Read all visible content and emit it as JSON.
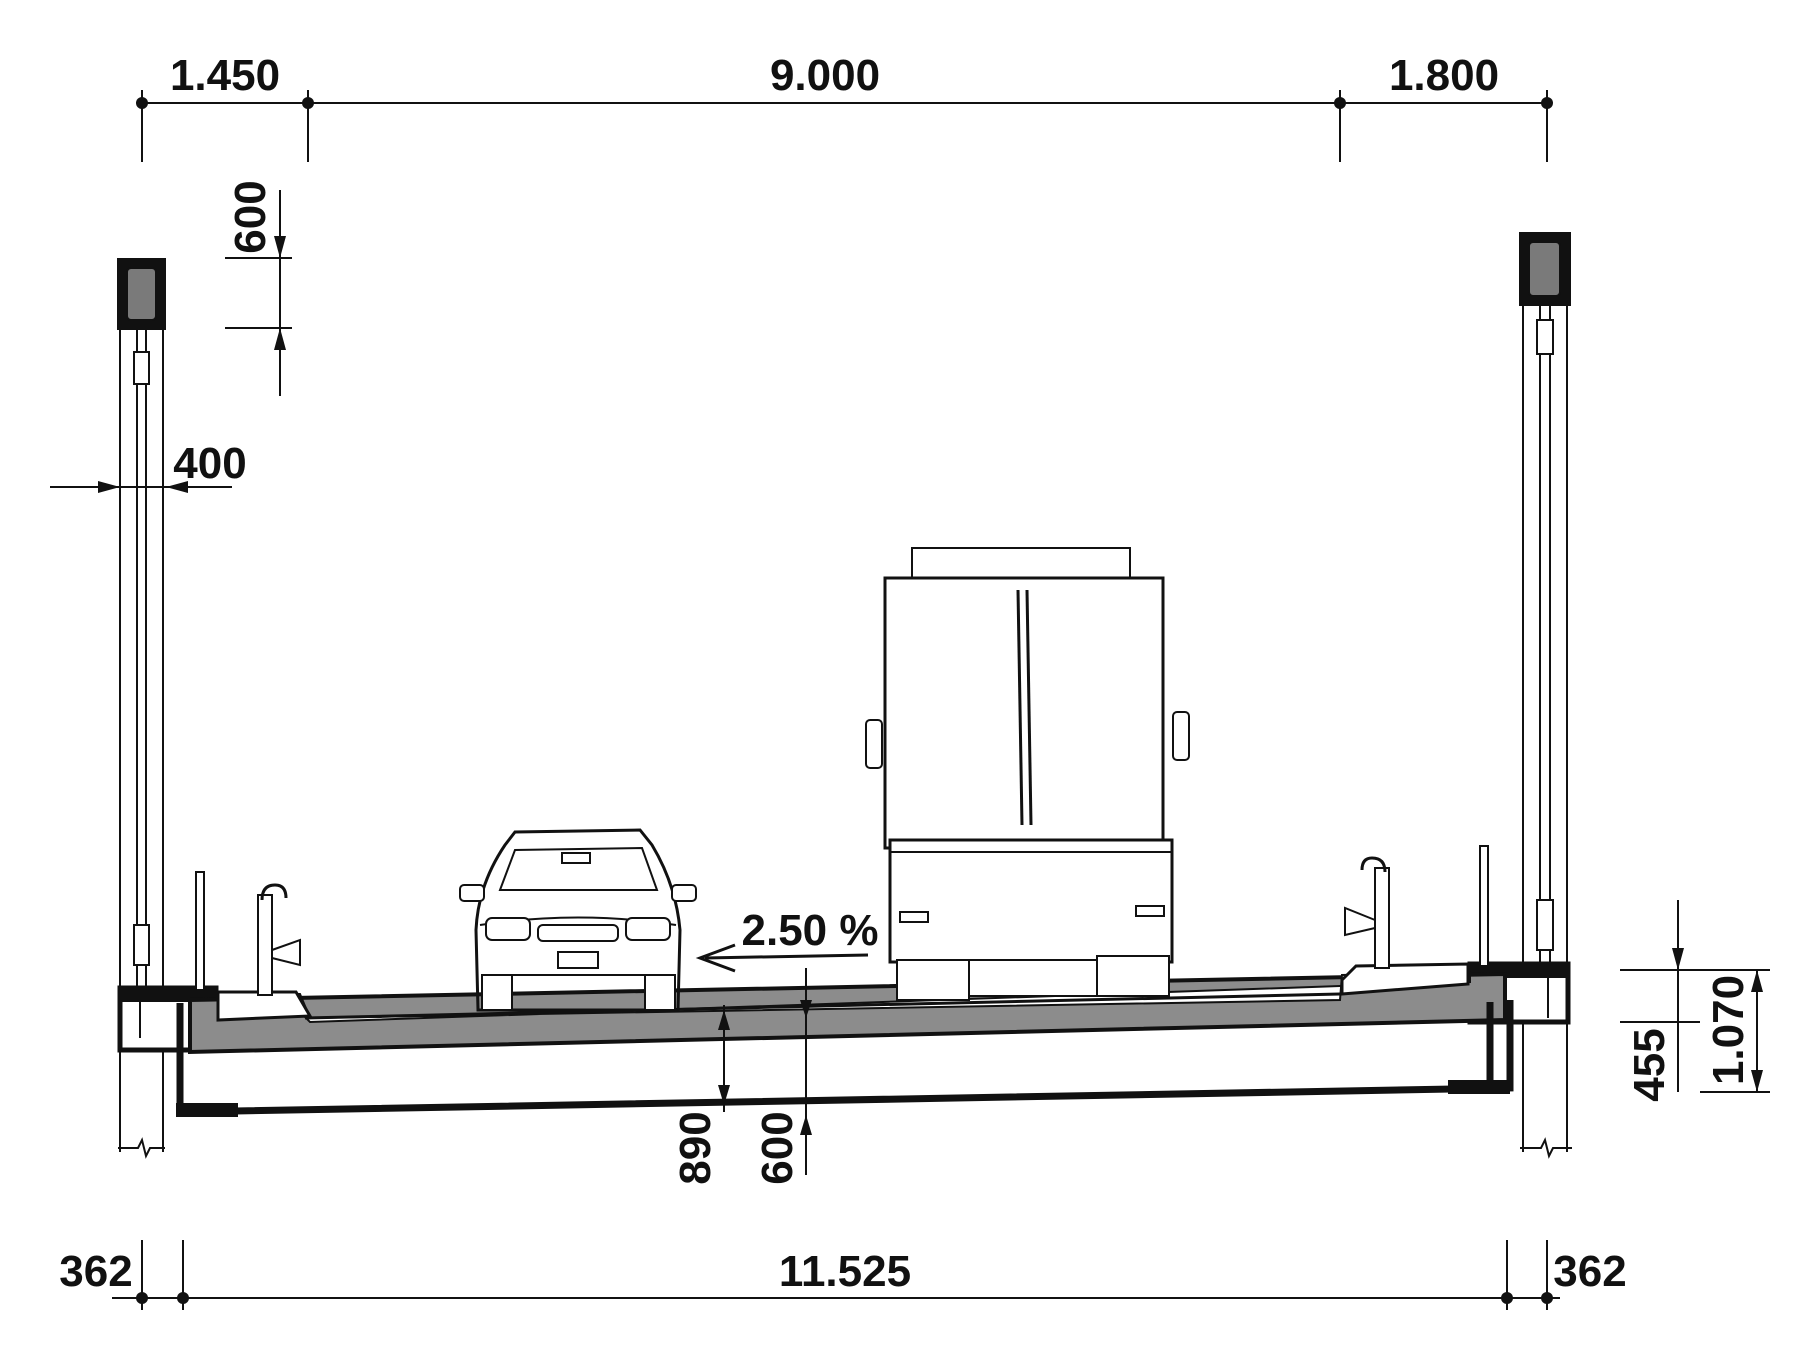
{
  "dimensions": {
    "top_left_width": "1.450",
    "top_center_width": "9.000",
    "top_right_width": "1.800",
    "pole_offset_vertical": "600",
    "pole_width": "400",
    "slope": "2.50 %",
    "depth_deck_total": "890",
    "depth_slab": "600",
    "parapet_height": "455",
    "total_height_right": "1.070",
    "bottom_left_overhang": "362",
    "bottom_center_width": "11.525",
    "bottom_right_overhang": "362"
  },
  "colors": {
    "line": "#111111",
    "deck_fill": "#8c8c8c",
    "lamp_fill": "#7a7a7a",
    "background": "#ffffff"
  }
}
